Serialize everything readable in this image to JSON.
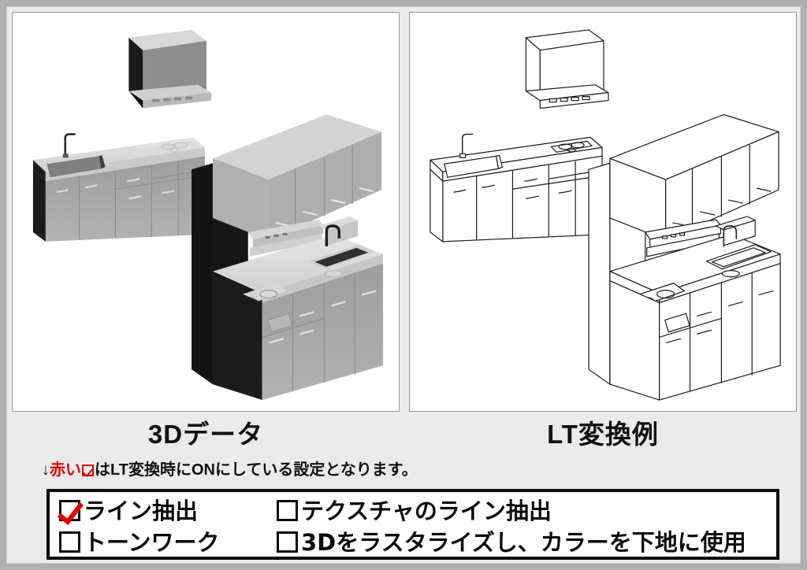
{
  "document": {
    "background_color": "#b0b0b0",
    "sheet_color": "#ebebeb"
  },
  "panels": {
    "left": {
      "caption": "3Dデータ",
      "kind": "shaded-3d-render",
      "subject": "L字型システムキッチン 3DCGモデル（グレー陰影）"
    },
    "right": {
      "caption": "LT変換例",
      "kind": "line-art-conversion",
      "subject": "同じキッチンのLT（線画）変換結果"
    }
  },
  "note": {
    "arrow": "↓",
    "red_word": "赤い",
    "rest": "はLT変換時にONにしている設定となります。",
    "red_color": "#e00000"
  },
  "settings": {
    "options": [
      {
        "label": "ライン抽出",
        "checked": true
      },
      {
        "label": "テクスチャのライン抽出",
        "checked": false
      },
      {
        "label": "トーンワーク",
        "checked": false
      },
      {
        "label": "3Dをラスタライズし、カラーを下地に使用",
        "checked": false
      }
    ],
    "check_color": "#e00000",
    "border_color": "#0b0b0b"
  }
}
